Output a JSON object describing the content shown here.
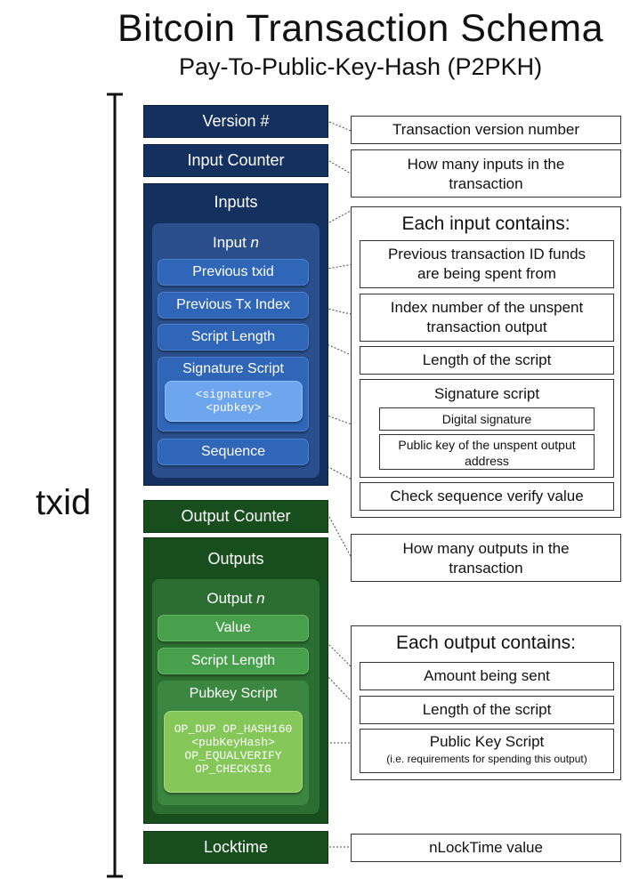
{
  "header": {
    "title": "Bitcoin Transaction Schema",
    "subtitle": "Pay-To-Public-Key-Hash (P2PKH)"
  },
  "txid_label": "txid",
  "schema": {
    "version": "Version #",
    "input_counter": "Input Counter",
    "inputs": {
      "label": "Inputs",
      "input_n": "Input",
      "n": "n",
      "previous_txid": "Previous txid",
      "previous_tx_index": "Previous Tx Index",
      "script_length": "Script Length",
      "signature_script": "Signature Script",
      "signature_placeholder": "<signature>",
      "pubkey_placeholder": "<pubkey>",
      "sequence": "Sequence"
    },
    "output_counter": "Output Counter",
    "outputs": {
      "label": "Outputs",
      "output_n": "Output",
      "n": "n",
      "value": "Value",
      "script_length": "Script Length",
      "pubkey_script": "Pubkey Script",
      "script_lines": [
        "OP_DUP OP_HASH160",
        "<pubKeyHash>",
        "OP_EQUALVERIFY",
        "OP_CHECKSIG"
      ]
    },
    "locktime": "Locktime"
  },
  "descriptions": {
    "version": "Transaction version number",
    "input_counter": [
      "How many inputs in the",
      "transaction"
    ],
    "input_header": "Each input contains:",
    "previous_txid": [
      "Previous transaction ID funds",
      "are being spent from"
    ],
    "previous_tx_index": [
      "Index number of the unspent",
      "transaction output"
    ],
    "script_length_in": "Length of the script",
    "signature_script": "Signature script",
    "digital_signature": "Digital signature",
    "public_key": [
      "Public key of the unspent output",
      "address"
    ],
    "sequence": "Check sequence verify value",
    "output_counter": [
      "How many outputs in the",
      "transaction"
    ],
    "output_header": "Each output contains:",
    "value": "Amount being sent",
    "script_length_out": "Length of the script",
    "pubkey_script": "Public Key Script",
    "pubkey_script_note": "(i.e. requirements for spending this output)",
    "locktime": "nLockTime value"
  },
  "colors": {
    "input_dark": "#14305e",
    "input_button": "#2f66b8",
    "output_dark": "#184d1e",
    "output_button": "#48a04c"
  }
}
